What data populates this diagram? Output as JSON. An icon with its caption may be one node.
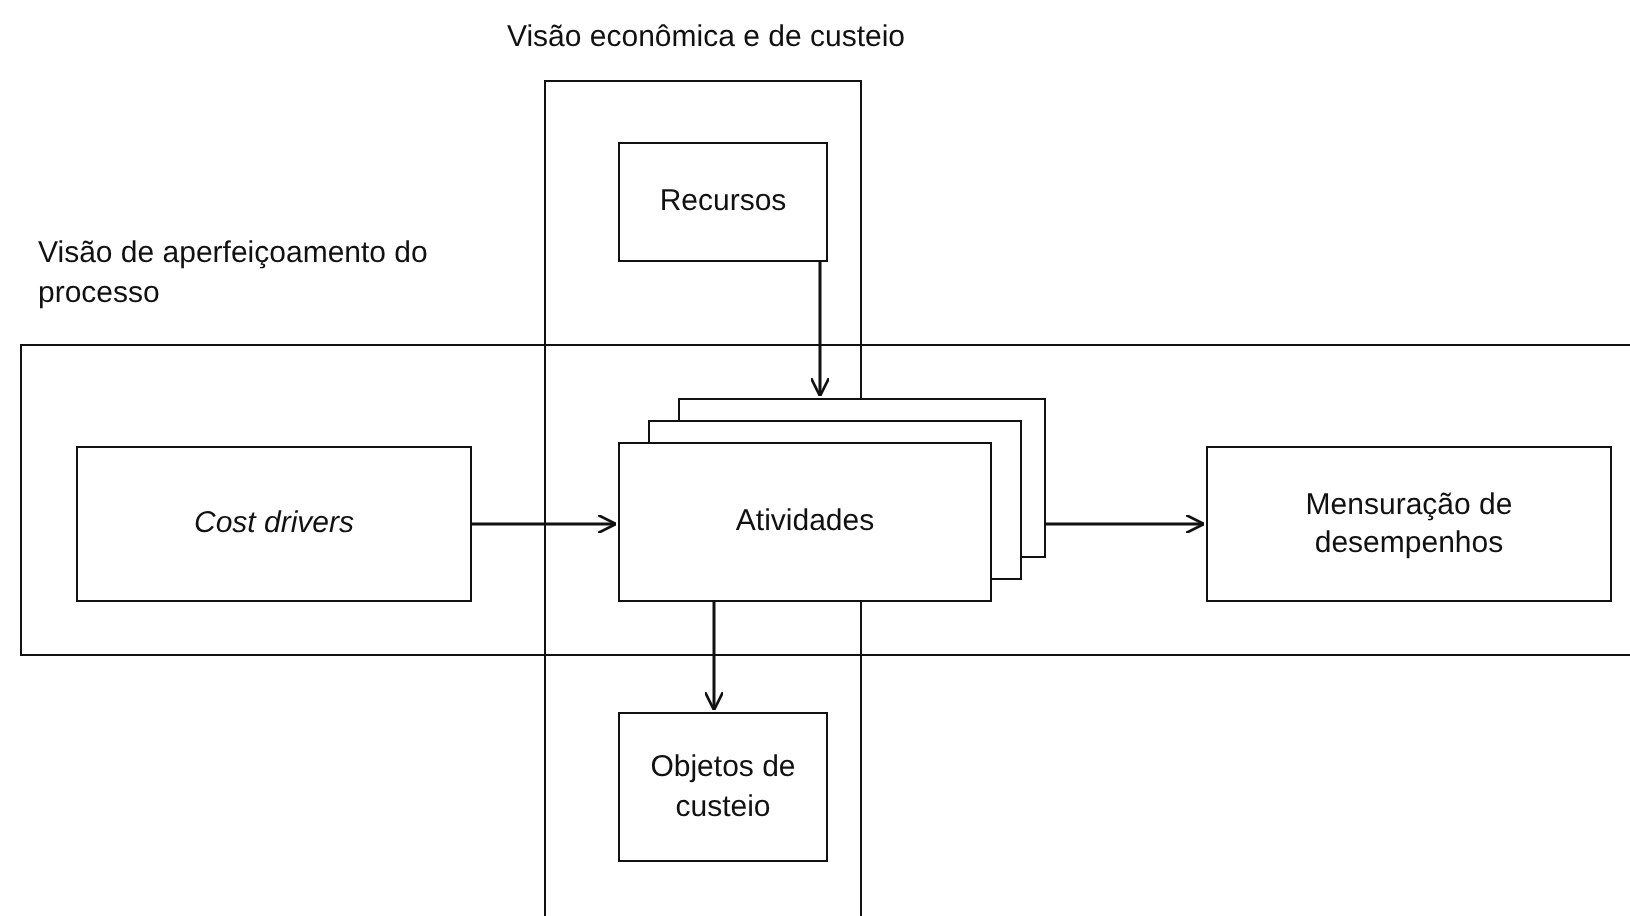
{
  "diagram": {
    "nodes": [
      {
        "text": [
          "Visão econômica e de custeio"
        ]
      },
      {
        "text": [
          "Recursos"
        ],
        "in": 0
      },
      {
        "text": [
          "Visão de aperfeiçoamento do processo"
        ]
      },
      {
        "text": [
          "Cost drivers"
        ],
        "in": 2
      },
      {
        "text": [
          "Atividades"
        ],
        "in": 2
      },
      {
        "text": [
          "Mensuração de desempenhos"
        ],
        "in": 2
      },
      {
        "text": [
          "Objetos de custeio"
        ],
        "in": 0
      }
    ],
    "edges": [
      {
        "from": 1,
        "to": 4,
        "arrow": "to"
      },
      {
        "from": 3,
        "to": 4,
        "arrow": "to"
      },
      {
        "from": 4,
        "to": 5,
        "arrow": "to"
      },
      {
        "from": 4,
        "to": 6,
        "arrow": "to"
      }
    ]
  }
}
